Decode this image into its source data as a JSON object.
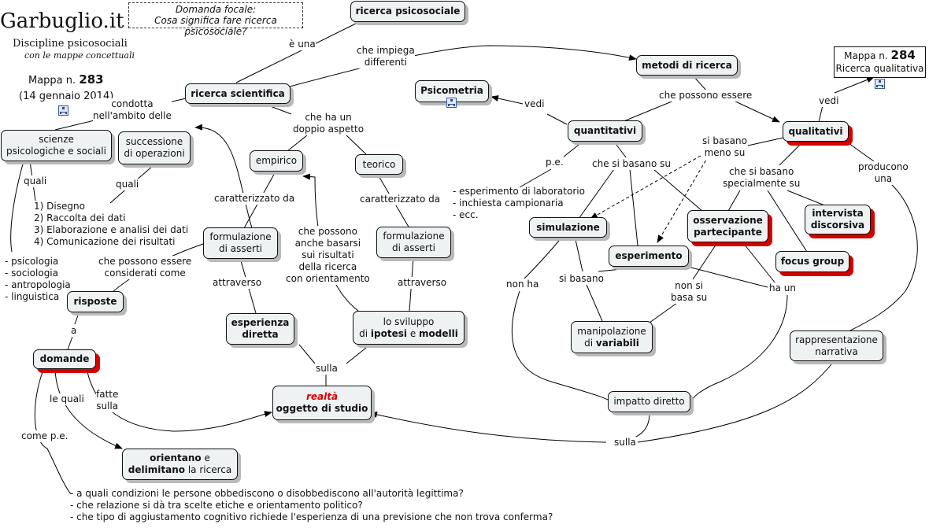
{
  "header": {
    "site_title": "Garbuglio.it",
    "subtitle": "Discipline psicosociali",
    "subtitle2": "con le mappe concettuali",
    "map_label": "Mappa n.",
    "map_number": "283",
    "date": "(14 gennaio 2014)"
  },
  "focal": {
    "line1": "Domanda focale:",
    "line2": "Cosa significa fare ricerca psicosociale?"
  },
  "linked_map": {
    "label": "Mappa n.",
    "number": "284",
    "title": "Ricerca qualitativa"
  },
  "nodes": {
    "ricerca_psicosociale": "ricerca psicosociale",
    "ricerca_scientifica": "ricerca scientifica",
    "scienze_1": "scienze",
    "scienze_2": "psicologiche e sociali",
    "successione_1": "successione",
    "successione_2": "di operazioni",
    "empirico": "empirico",
    "teorico": "teorico",
    "formulazione_1": "formulazione",
    "formulazione_2": "di asserti",
    "esperienza_1": "esperienza",
    "esperienza_2": "diretta",
    "sviluppo_1": "lo sviluppo",
    "sviluppo_2a": "di",
    "sviluppo_2b": "ipotesi",
    "sviluppo_2c": "e",
    "sviluppo_2d": "modelli",
    "realta": "realtà",
    "oggetto": "oggetto di studio",
    "risposte": "risposte",
    "domande": "domande",
    "orientano_a": "orientano",
    "orientano_b": "e",
    "delimitano_a": "delimitano",
    "delimitano_b": "la ricerca",
    "metodi": "metodi di ricerca",
    "psicometria": "Psicometria",
    "quantitativi": "quantitativi",
    "qualitativi": "qualitativi",
    "simulazione": "simulazione",
    "esperimento": "esperimento",
    "osservazione_1": "osservazione",
    "osservazione_2": "partecipante",
    "intervista_1": "intervista",
    "intervista_2": "discorsiva",
    "focus_group": "focus group",
    "manipolazione_1": "manipolazione",
    "manipolazione_2a": "di",
    "manipolazione_2b": "variabili",
    "rappresentazione_1": "rappresentazione",
    "rappresentazione_2": "narrativa",
    "impatto": "impatto diretto"
  },
  "links": {
    "e_una": "è una",
    "che_impiega_1": "che impiega",
    "che_impiega_2": "differenti",
    "condotta_1": "condotta",
    "condotta_2": "nell'ambito delle",
    "doppio_1": "che ha un",
    "doppio_2": "doppio aspetto",
    "quali_a": "quali",
    "quali_b": "quali",
    "caratterizzato_a": "caratterizzato da",
    "caratterizzato_b": "caratterizzato da",
    "possono_1": "che possono",
    "possono_2": "anche basarsi",
    "possono_3": "sui risultati",
    "possono_4": "della ricerca",
    "possono_5": "con orientamento",
    "attraverso_a": "attraverso",
    "attraverso_b": "attraverso",
    "considerati_1": "che possono essere",
    "considerati_2": "considerati come",
    "a": "a",
    "le_quali": "le quali",
    "fatte_1": "fatte",
    "fatte_2": "sulla",
    "come_pe": "come p.e.",
    "sulla_a": "sulla",
    "sulla_b": "sulla",
    "possono_essere": "che possono essere",
    "vedi_a": "vedi",
    "vedi_b": "vedi",
    "pe": "p.e.",
    "basano_su": "che si basano su",
    "basano_meno_1": "si basano",
    "basano_meno_2": "meno su",
    "basano_spec_1": "che si basano",
    "basano_spec_2": "specialmente su",
    "producono_1": "producono",
    "producono_2": "una",
    "non_ha": "non ha",
    "si_basano": "si basano",
    "non_si_1": "non si",
    "non_si_2": "basa su",
    "ha_un": "ha un"
  },
  "lists": {
    "fasi": [
      "1) Disegno",
      "2) Raccolta dei dati",
      "3) Elaborazione e analisi dei dati",
      "4) Comunicazione dei risultati"
    ],
    "scienze": [
      "- psicologia",
      "- sociologia",
      "- antropologia",
      "- linguistica"
    ],
    "quantitativi": [
      "- esperimento di laboratorio",
      "- inchiesta campionaria",
      "- ecc."
    ],
    "domande": [
      "- a quali condizioni le persone obbediscono o disobbediscono all'autorità legittima?",
      "- che relazione si dà tra scelte etiche e orientamento politico?",
      "- che tipo di aggiustamento cognitivo richiede l'esperienza di una previsione che non trova conferma?"
    ]
  },
  "icons": [
    "map-link-icon"
  ]
}
